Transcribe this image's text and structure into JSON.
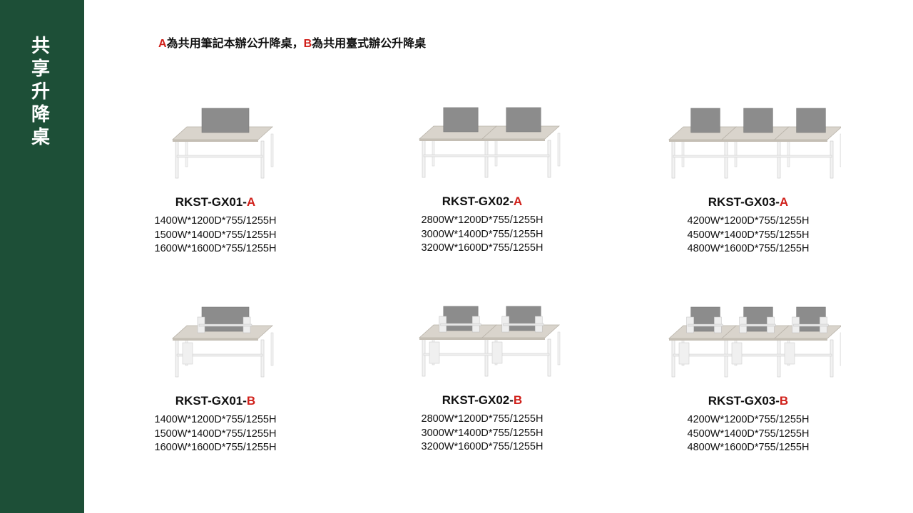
{
  "sidebar": {
    "title_chars": [
      "共",
      "享",
      "升",
      "降",
      "桌"
    ]
  },
  "note": {
    "a_letter": "A",
    "a_text": "為共用筆記本辦公升降桌，",
    "b_letter": "B",
    "b_text": "為共用臺式辦公升降桌"
  },
  "products": [
    {
      "name": "RKST-GX01-",
      "suffix": "A",
      "specs": [
        "1400W*1200D*755/1255H",
        "1500W*1400D*755/1255H",
        "1600W*1600D*755/1255H"
      ]
    },
    {
      "name": "RKST-GX02-",
      "suffix": "A",
      "specs": [
        "2800W*1200D*755/1255H",
        "3000W*1400D*755/1255H",
        "3200W*1600D*755/1255H"
      ]
    },
    {
      "name": "RKST-GX03-",
      "suffix": "A",
      "specs": [
        "4200W*1200D*755/1255H",
        "4500W*1400D*755/1255H",
        "4800W*1600D*755/1255H"
      ]
    },
    {
      "name": "RKST-GX01-",
      "suffix": "B",
      "specs": [
        "1400W*1200D*755/1255H",
        "1500W*1400D*755/1255H",
        "1600W*1600D*755/1255H"
      ]
    },
    {
      "name": "RKST-GX02-",
      "suffix": "B",
      "specs": [
        "2800W*1200D*755/1255H",
        "3000W*1400D*755/1255H",
        "3200W*1600D*755/1255H"
      ]
    },
    {
      "name": "RKST-GX03-",
      "suffix": "B",
      "specs": [
        "4200W*1200D*755/1255H",
        "4500W*1400D*755/1255H",
        "4800W*1600D*755/1255H"
      ]
    }
  ],
  "colors": {
    "sidebar": "#1d4f37",
    "accent_red": "#d0201a",
    "desktop": "#d9d4cc",
    "panel": "#8c8c8c",
    "frame": "#ffffff"
  }
}
